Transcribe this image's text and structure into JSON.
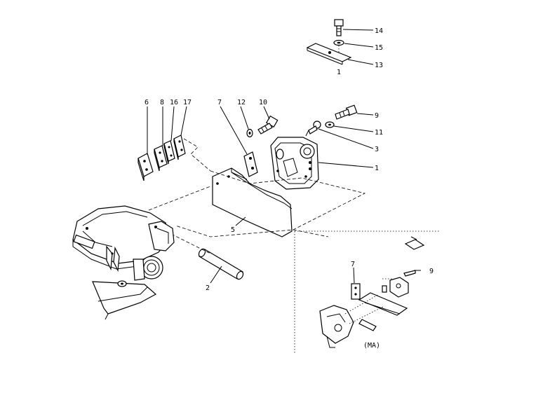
{
  "diagram": {
    "callouts": {
      "c14": "14",
      "c15": "15",
      "c13": "13",
      "c1_top": "1",
      "c6": "6",
      "c8": "8",
      "c16": "16",
      "c17": "17",
      "c7": "7",
      "c12": "12",
      "c10": "10",
      "c9": "9",
      "c11": "11",
      "c3": "3",
      "c1": "1",
      "c5": "5",
      "c2": "2",
      "inset_7": "7",
      "inset_9": "9"
    },
    "inset_caption": "(MA)"
  }
}
